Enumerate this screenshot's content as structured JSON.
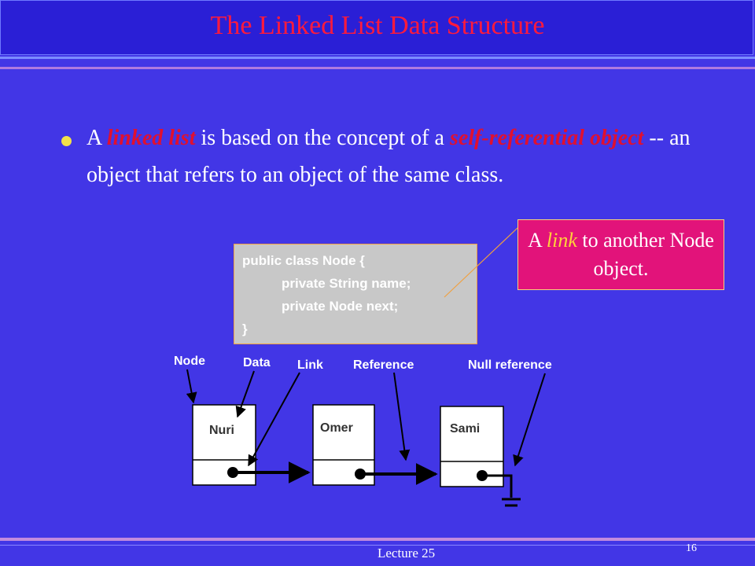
{
  "slide": {
    "title": "The Linked List Data Structure",
    "footer_lecture": "Lecture 25",
    "page_number": "16"
  },
  "bullet": {
    "t1": "A ",
    "t2": "linked list",
    "t3": " is based on the concept of a ",
    "t4": "self-referential object",
    "t5": " -- an object that refers to an object of the same class."
  },
  "code": {
    "line1": "public class Node {",
    "line2": "private String name;",
    "line3": "private Node next;",
    "line4": "}"
  },
  "callout": {
    "t1": "A ",
    "t2": "link",
    "t3": " to another Node  object."
  },
  "diagram": {
    "labels": {
      "node": "Node",
      "data": "Data",
      "link": "Link",
      "reference": "Reference",
      "null_reference": "Null reference"
    },
    "nodes": [
      "Nuri",
      "Omer",
      "Sami"
    ]
  },
  "colors": {
    "background": "#4236e6",
    "title": "#ff1a3c",
    "emphasis": "#e01030",
    "callout": "#e2137a",
    "bullet": "#f2e24a"
  }
}
